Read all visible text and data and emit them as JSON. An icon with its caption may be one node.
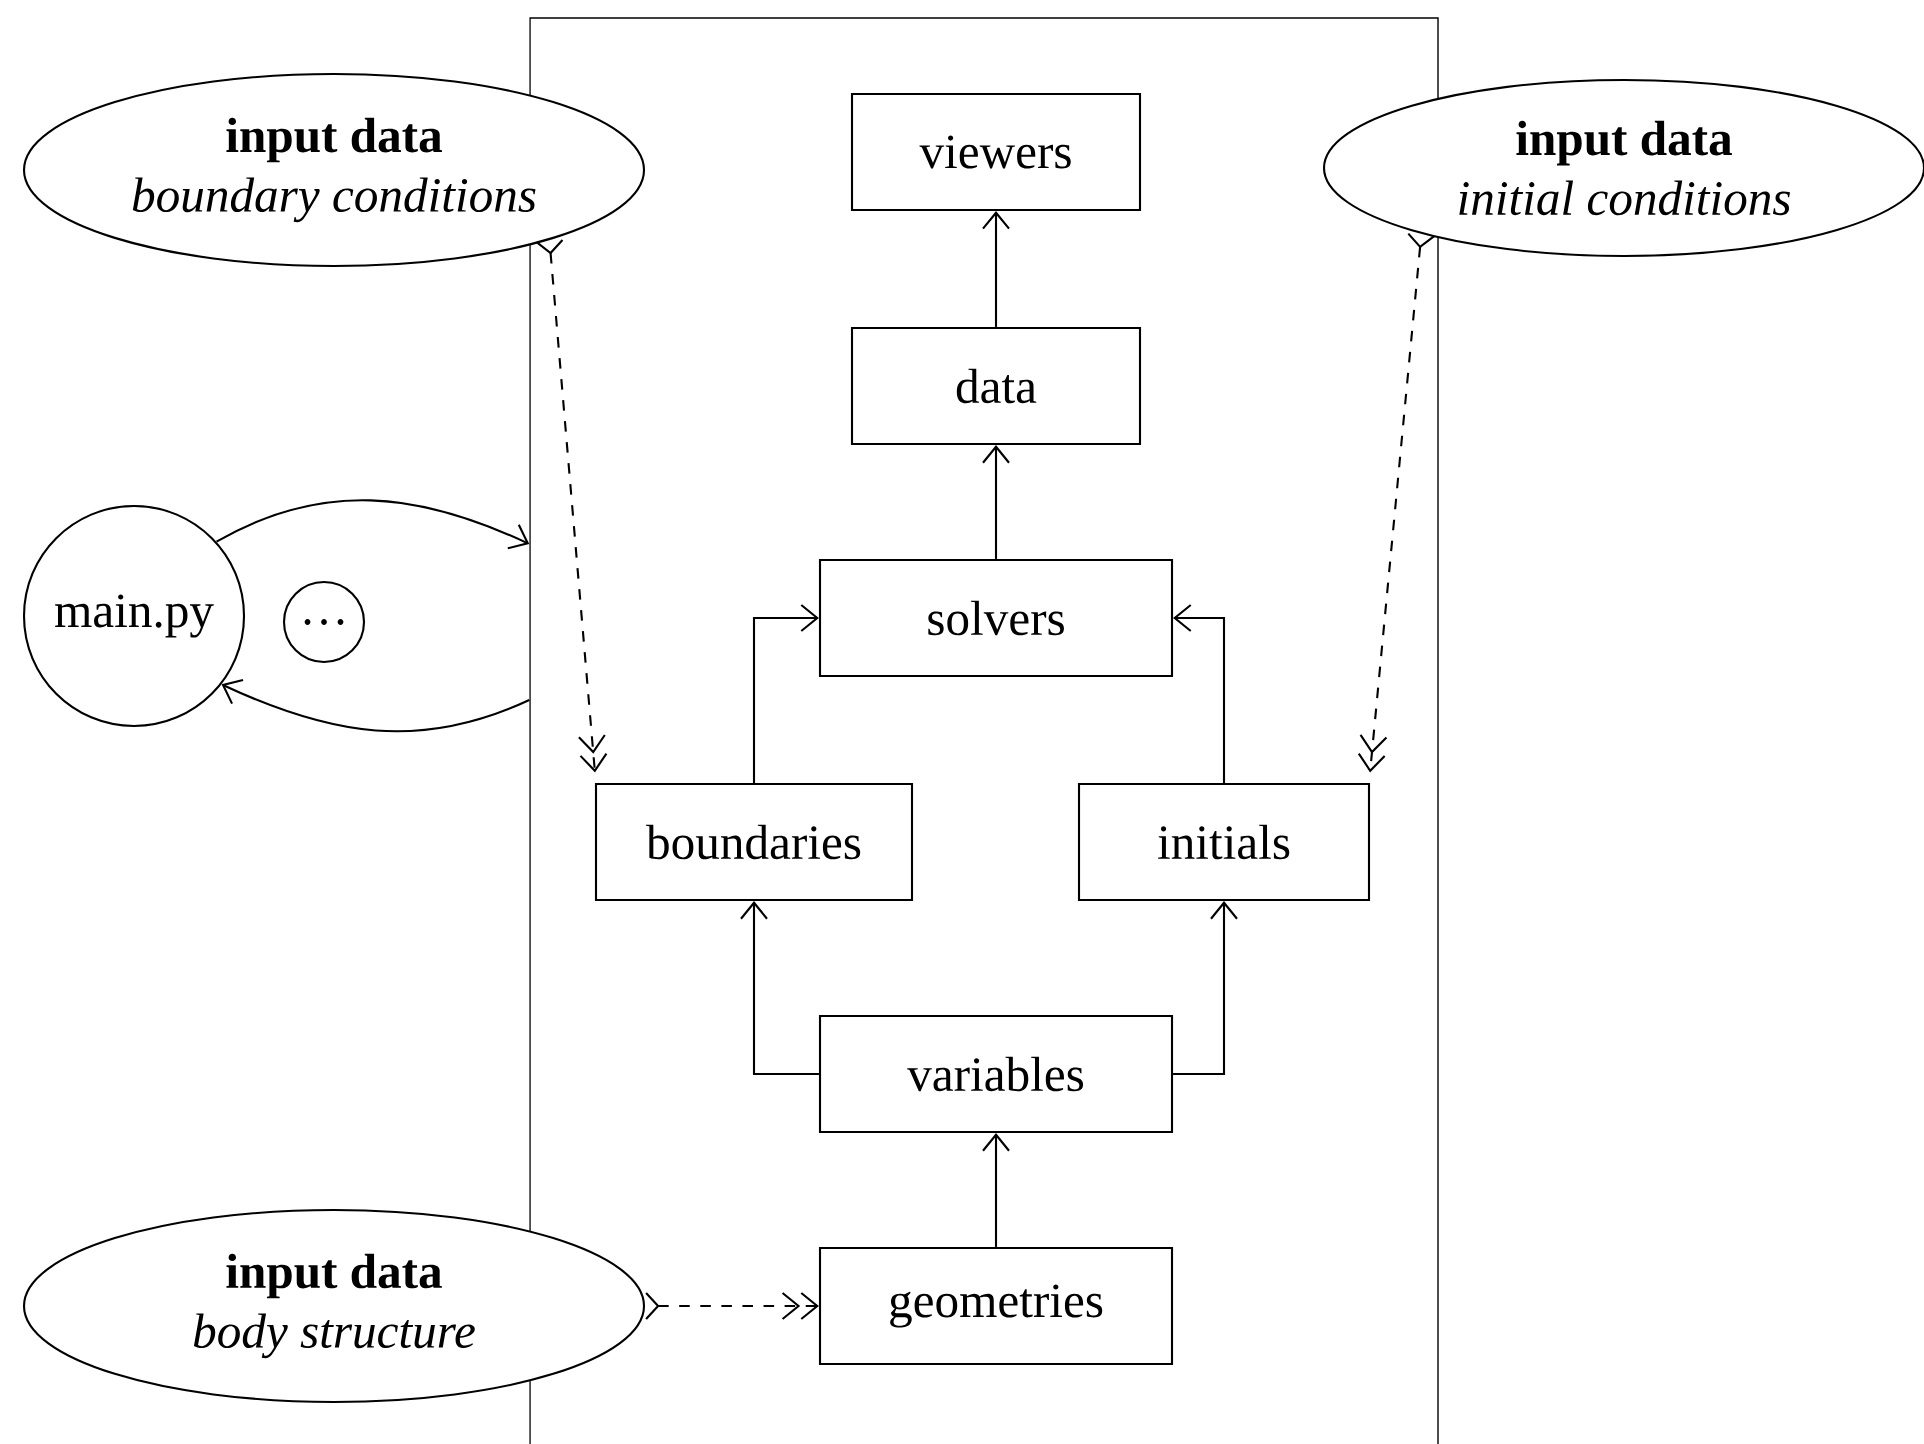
{
  "diagram": {
    "nodes": [
      {
        "text": [
          "input data",
          "boundary conditions"
        ]
      },
      {
        "text": [],
        "shape": "box"
      },
      {
        "text": [
          "viewers"
        ],
        "in": 1
      },
      {
        "text": [
          "input data",
          "initial conditions"
        ]
      },
      {
        "text": [
          "data"
        ],
        "in": 1
      },
      {
        "text": [
          "main.py"
        ]
      },
      {
        "text": [
          "…"
        ]
      },
      {
        "text": [
          "solvers"
        ],
        "in": 1
      },
      {
        "text": [
          "boundaries"
        ],
        "in": 1
      },
      {
        "text": [
          "initials"
        ],
        "in": 1
      },
      {
        "text": [
          "variables"
        ],
        "in": 1
      },
      {
        "text": [
          "input data",
          "body structure"
        ]
      },
      {
        "text": [
          "geometries"
        ],
        "in": 1
      }
    ],
    "edges": [
      {
        "from": 4,
        "to": 2,
        "arrow": "to"
      },
      {
        "from": 7,
        "to": 4,
        "arrow": "to"
      },
      {
        "from": 8,
        "to": 7,
        "arrow": "to"
      },
      {
        "from": 9,
        "to": 7,
        "arrow": "to"
      },
      {
        "from": 10,
        "to": 8,
        "arrow": "to"
      },
      {
        "from": 10,
        "to": 9,
        "arrow": "to"
      },
      {
        "from": 12,
        "to": 10,
        "arrow": "to"
      },
      {
        "from": 0,
        "to": 8,
        "arrow": "to",
        "style": "dashed"
      },
      {
        "from": 3,
        "to": 9,
        "arrow": "to",
        "style": "dashed"
      },
      {
        "from": 11,
        "to": 12,
        "arrow": "to",
        "style": "dashed"
      },
      {
        "from": 5,
        "to": 1,
        "arrow": "to"
      },
      {
        "from": 1,
        "to": 5,
        "arrow": "to"
      }
    ]
  }
}
